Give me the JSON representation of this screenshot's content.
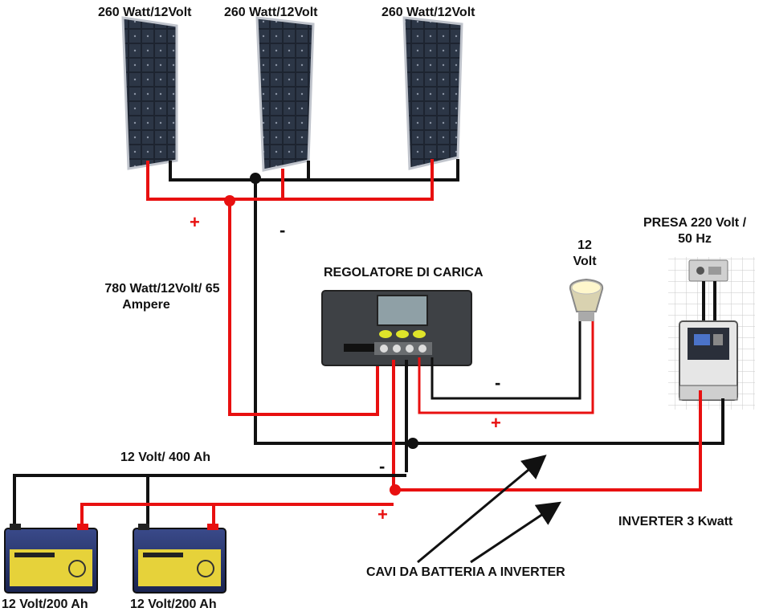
{
  "panels": [
    {
      "label": "260 Watt/12Volt"
    },
    {
      "label": "260 Watt/12Volt"
    },
    {
      "label": "260 Watt/12Volt"
    }
  ],
  "array_label_line1": "780 Watt/12Volt/ 65",
  "array_label_line2": "Ampere",
  "regulator_label": "REGOLATORE DI CARICA",
  "lamp_label_line1": "12",
  "lamp_label_line2": "Volt",
  "socket_label_line1": "PRESA 220 Volt /",
  "socket_label_line2": "50 Hz",
  "inverter_label": "INVERTER 3 Kwatt",
  "bank_label": "12 Volt/ 400 Ah",
  "batteries": [
    {
      "label": "12 Volt/200 Ah"
    },
    {
      "label": "12 Volt/200 Ah"
    }
  ],
  "cables_label": "CAVI DA BATTERIA A INVERTER",
  "signs": {
    "plus": "+",
    "minus": "-"
  },
  "colors": {
    "positive_wire": "#e81010",
    "negative_wire": "#111111"
  }
}
